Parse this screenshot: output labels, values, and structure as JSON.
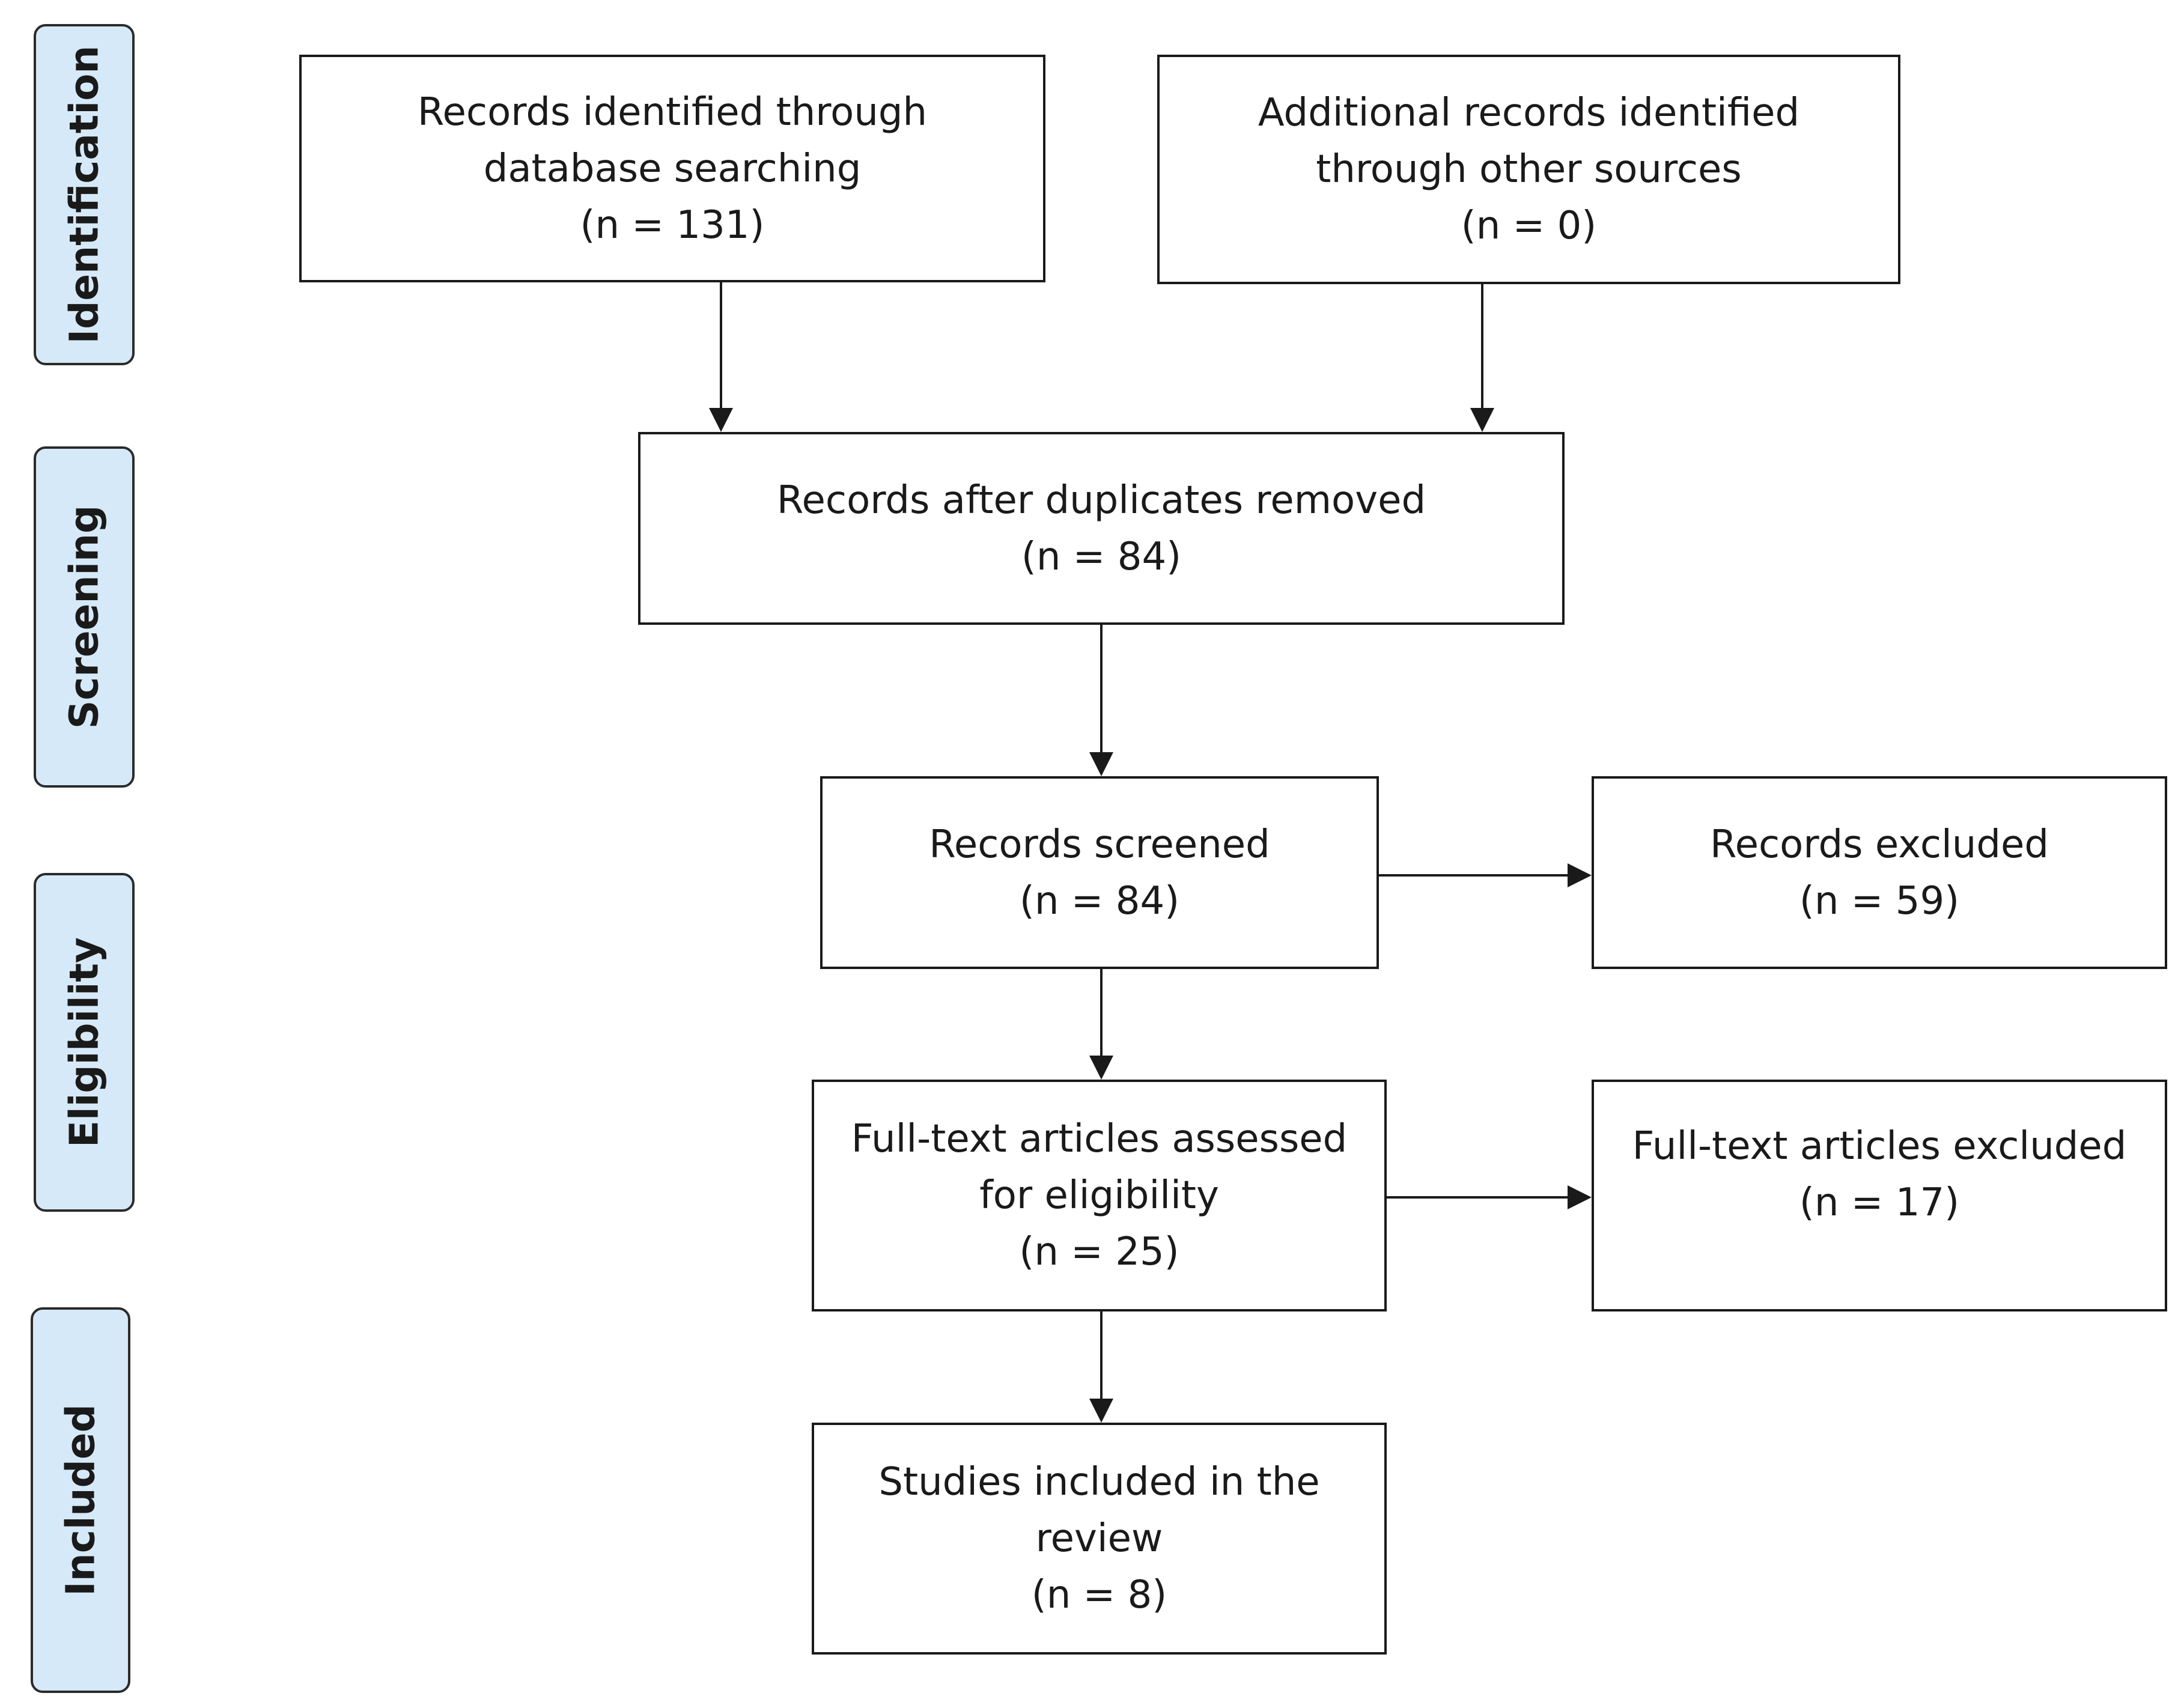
{
  "stages": {
    "identification": "Identification",
    "screening": "Screening",
    "eligibility": "Eligibility",
    "included": "Included"
  },
  "boxes": {
    "database_records": {
      "line1": "Records identified through",
      "line2": "database searching",
      "count": "(n = 131)"
    },
    "other_sources": {
      "line1": "Additional records identified",
      "line2": "through other sources",
      "count": "(n = 0)"
    },
    "duplicates_removed": {
      "line1": "Records after duplicates removed",
      "count": "(n = 84)"
    },
    "screened": {
      "line1": "Records screened",
      "count": "(n = 84)"
    },
    "excluded": {
      "line1": "Records excluded",
      "count": "(n = 59)"
    },
    "fulltext_assessed": {
      "line1": "Full-text articles assessed",
      "line2": "for eligibility",
      "count": "(n = 25)"
    },
    "fulltext_excluded": {
      "line1": "Full-text articles excluded",
      "count": "(n = 17)"
    },
    "included": {
      "line1": "Studies included in the",
      "line2": "review",
      "count": "(n = 8)"
    }
  },
  "colors": {
    "stage_fill": "#d6e9f8",
    "stroke": "#1a1a1a"
  }
}
